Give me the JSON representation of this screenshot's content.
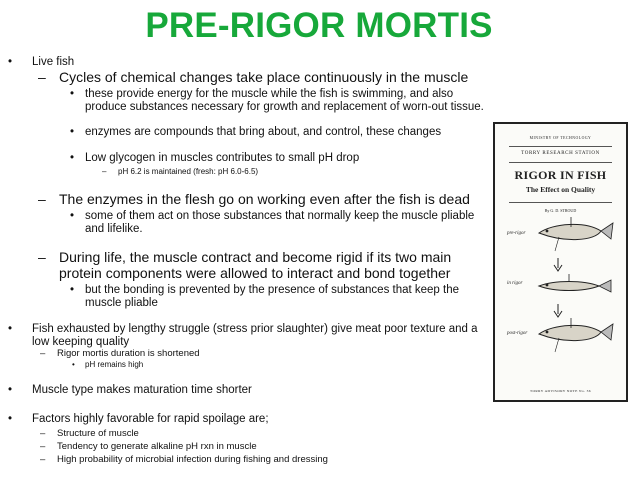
{
  "slide": {
    "title": "PRE-RIGOR MORTIS",
    "bullets": [
      {
        "marker": "•",
        "text": "Live fish"
      },
      {
        "marker": "–",
        "text": "Cycles of chemical changes take place continuously in the muscle"
      },
      {
        "marker": "•",
        "text": "these provide energy for the muscle while the fish is swimming, and also produce substances necessary for growth and replacement of worn-out tissue."
      },
      {
        "marker": "•",
        "text": "enzymes are compounds that bring about, and control, these changes"
      },
      {
        "marker": "•",
        "text": "Low glycogen in muscles contributes to small pH drop"
      },
      {
        "marker": "–",
        "text": "pH 6.2 is maintained (fresh: pH 6.0-6.5)"
      },
      {
        "marker": "–",
        "text": "The enzymes in the flesh go on working even after the fish is dead"
      },
      {
        "marker": "•",
        "text": "some of them act on those substances that normally keep the muscle pliable and lifelike."
      },
      {
        "marker": "–",
        "text": "During life, the muscle contract and become rigid if its two main protein components were allowed to interact and bond together"
      },
      {
        "marker": "•",
        "text": "but the bonding is prevented by the presence of substances that keep the muscle pliable"
      },
      {
        "marker": "•",
        "text": "Fish exhausted by lengthy struggle (stress prior slaughter)  give meat poor texture and a low keeping quality"
      },
      {
        "marker": "–",
        "text": "Rigor mortis duration is shortened"
      },
      {
        "marker": "•",
        "text": "pH remains high"
      },
      {
        "marker": "•",
        "text": "Muscle type makes maturation time shorter"
      },
      {
        "marker": "•",
        "text": "Factors highly favorable for rapid spoilage are;"
      },
      {
        "marker": "–",
        "text": "Structure of muscle"
      },
      {
        "marker": "–",
        "text": "Tendency to generate alkaline pH rxn in muscle"
      },
      {
        "marker": "–",
        "text": "High probability of microbial infection during fishing and dressing"
      }
    ]
  },
  "cover": {
    "ministry": "MINISTRY OF TECHNOLOGY",
    "station": "TORRY RESEARCH STATION",
    "book_title": "RIGOR IN FISH",
    "book_subtitle": "The Effect on Quality",
    "author": "By G. D. STROUD",
    "labels": [
      "pre-rigor",
      "in rigor",
      "post-rigor"
    ],
    "series": "TORRY ADVISORY NOTE No. 36"
  }
}
